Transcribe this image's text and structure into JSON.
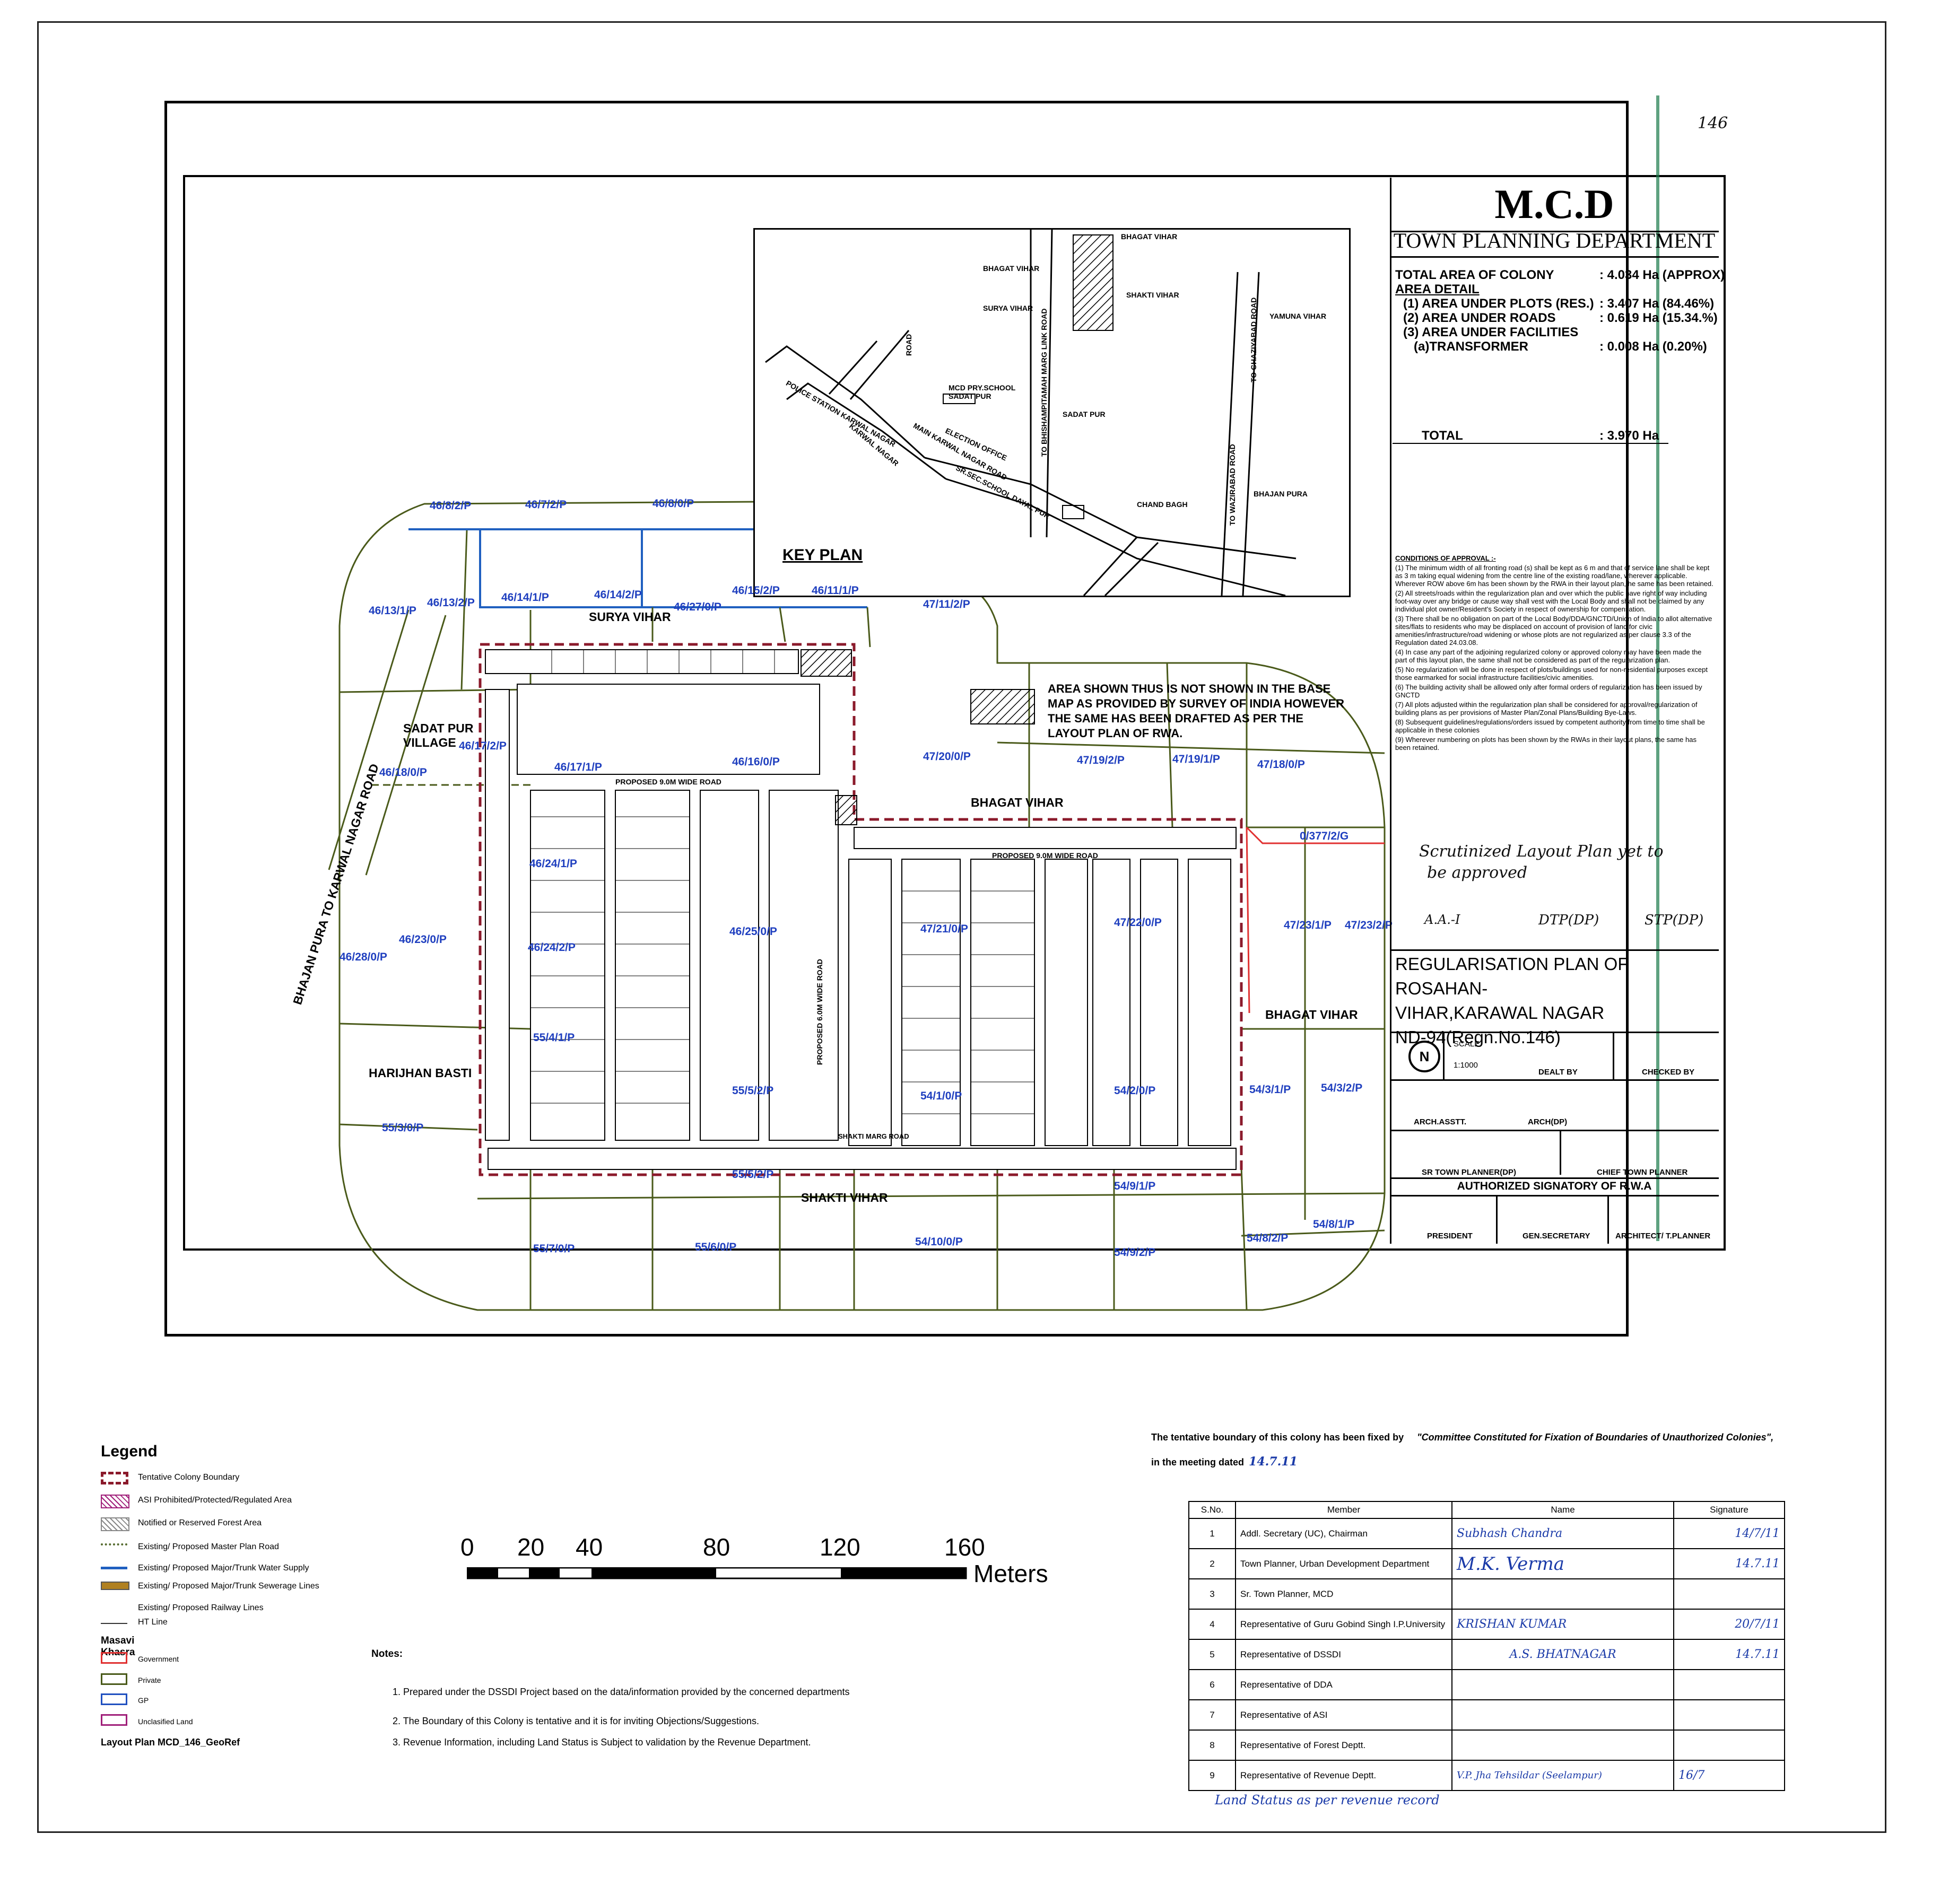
{
  "page_number": "146",
  "title_block": {
    "authority": "M.C.D",
    "department": "TOWN PLANNING DEPARTMENT",
    "area_rows": [
      {
        "label": "TOTAL AREA OF COLONY",
        "value": ": 4.034 Ha (APPROX)"
      },
      {
        "label": "AREA DETAIL",
        "value": ""
      },
      {
        "label": "(1) AREA UNDER PLOTS (RES.)",
        "value": ": 3.407 Ha (84.46%)"
      },
      {
        "label": "(2) AREA UNDER ROADS",
        "value": ": 0.619 Ha (15.34.%)"
      },
      {
        "label": "(3) AREA UNDER FACILITIES",
        "value": ""
      },
      {
        "label": "(a)TRANSFORMER",
        "value": ": 0.008 Ha (0.20%)"
      }
    ],
    "total_label": "TOTAL",
    "total_value": ": 3.970 Ha",
    "conditions_heading": "CONDITIONS OF APPROVAL :-",
    "conditions": [
      "(1) The minimum width of all fronting road (s) shall be kept as 6 m and that of service lane shall be kept as 3 m taking equal widening from the centre line of the existing road/lane, wherever applicable. Wherever ROW above 6m has been shown by the RWA in their layout plan,the same has been retained.",
      "(2) All streets/roads within the regularization plan and over which the public have right of way including foot-way over any bridge or cause way shall vest with the Local Body and shall not be claimed by any individual plot owner/Resident's Society in respect of ownership for compensation.",
      "(3) There shall be no obligation on part of the Local Body/DDA/GNCTD/Union of India to allot alternative sites/flats to residents who may be displaced on account of provision of land for civic amenities/infrastructure/road widening or whose plots are not regularized as per clause 3.3 of the Regulation dated 24.03.08.",
      "(4) In case any part of the adjoining regularized colony or approved colony may have been made the part of this layout plan, the same shall not be considered as part of the regularization plan.",
      "(5) No regularization will be done in respect of plots/buildings used for non-residential purposes except those earmarked for social infrastructure facilities/civic amenities.",
      "(6) The building activity shall be allowed only after formal orders of regularization has been issued by GNCTD",
      "(7) All plots adjusted within the regularization plan shall be considered for approval/regularization of building plans as per provisions of Master Plan/Zonal Plans/Building Bye-Laws.",
      "(8) Subsequent guidelines/regulations/orders issued by competent authority from time to time shall be applicable in these colonies",
      "(9) Wherever numbering on plots has been shown by the RWAs in their layout plans, the same has been retained."
    ],
    "handwritten_note_1": "Scrutinized Layout Plan yet to",
    "handwritten_note_2": "be approved",
    "signoffs": [
      "A.A.-I",
      "DTP(DP)",
      "STP(DP)"
    ],
    "plan_title_1": "REGULARISATION PLAN OF ROSAHAN-",
    "plan_title_2": "VIHAR,KARAWAL NAGAR",
    "plan_title_3": "ND-94(Regn.No.146)",
    "scale_label": "SCALE",
    "scale_value": "1:1000",
    "dealt_by": "DEALT BY",
    "checked_by": "CHECKED BY",
    "arch_asstt": "ARCH.ASSTT.",
    "arch_dp": "ARCH(DP)",
    "sr_town_planner": "SR TOWN PLANNER(DP)",
    "chief_town_planner": "CHIEF TOWN PLANNER",
    "authorized_signatory": "AUTHORIZED SIGNATORY OF R.W.A",
    "president": "PRESIDENT",
    "gen_secretary": "GEN.SECRETARY",
    "architect": "ARCHITECT/ T.PLANNER",
    "north_symbol": "N"
  },
  "key_plan": {
    "title": "KEY PLAN",
    "labels": [
      "BHAGAT VIHAR",
      "BHAGAT VIHAR",
      "SHAKTI VIHAR",
      "SURYA VIHAR",
      "YAMUNA VIHAR",
      "POLICE STATION KARWAL NAGAR",
      "MCD PRY.SCHOOL SADAT PUR",
      "SADAT PUR",
      "ELECTION OFFICE",
      "MAIN KARWAL NAGAR ROAD",
      "KARWAL NAGAR",
      "SR.SEC.SCHOOL DAYAL PUR",
      "CHAND BAGH",
      "BHAJAN PURA",
      "ROAD",
      "TO BHISHAMPITAMAH MARG LINK ROAD",
      "TO GHAZIYABAD ROAD",
      "TO WAZIRABAD ROAD"
    ]
  },
  "map": {
    "note_hatch": "AREA SHOWN THUS IS NOT SHOWN IN THE BASE MAP AS PROVIDED BY SURVEY OF INDIA HOWEVER THE SAME HAS BEEN DRAFTED AS PER THE LAYOUT PLAN OF RWA.",
    "places": [
      "SURYA VIHAR",
      "SADAT PUR VILLAGE",
      "BHAGAT VIHAR",
      "BHAGAT VIHAR",
      "HARIJHAN BASTI",
      "SHAKTI VIHAR",
      "BHAJAN PURA TO KARWAL NAGAR ROAD",
      "PROPOSED 9.0M WIDE ROAD",
      "PROPOSED 9.0M WIDE ROAD",
      "PROPOSED 6.0M WIDE ROAD",
      "SHAKTI MARG ROAD"
    ],
    "khasra": [
      "46/8/2/P",
      "46/7/2/P",
      "46/8/0/P",
      "46/13/1/P",
      "46/13/2/P",
      "46/14/1/P",
      "46/14/2/P",
      "46/27/0/P",
      "46/15/2/P",
      "46/11/1/P",
      "47/11/2/P",
      "46/17/2/P",
      "46/18/0/P",
      "46/17/1/P",
      "46/16/0/P",
      "47/20/0/P",
      "47/19/2/P",
      "47/19/1/P",
      "47/18/0/P",
      "0/377/2/G",
      "46/24/1/P",
      "46/23/0/P",
      "46/28/0/P",
      "46/24/2/P",
      "46/25/0/P",
      "47/21/0/P",
      "47/22/0/P",
      "47/23/1/P",
      "47/23/2/P",
      "55/4/1/P",
      "55/5/2/P",
      "54/1/0/P",
      "54/2/0/P",
      "54/3/1/P",
      "54/3/2/P",
      "55/3/0/P",
      "55/5/2/P",
      "54/9/1/P",
      "54/8/1/P",
      "55/7/0/P",
      "55/6/0/P",
      "54/10/0/P",
      "54/9/2/P",
      "54/8/2/P"
    ]
  },
  "legend": {
    "title": "Legend",
    "items": [
      {
        "label": "Tentative Colony Boundary",
        "color": "#8b1a2b"
      },
      {
        "label": "ASI Prohibited/Protected/Regulated Area",
        "color": "#a0207a"
      },
      {
        "label": "Notified or Reserved Forest Area",
        "color": "#888888"
      },
      {
        "label": "Existing/ Proposed Master Plan Road",
        "color": "#556b2f"
      },
      {
        "label": "Existing/ Proposed Major/Trunk Water Supply",
        "color": "#2060c0"
      },
      {
        "label": "Existing/ Proposed Major/Trunk Sewerage Lines",
        "color": "#b08020"
      },
      {
        "label": "Existing/ Proposed Railway Lines",
        "color": "#333333"
      },
      {
        "label": "HT Line",
        "color": "#333333"
      }
    ],
    "masavi_title": "Masavi Khasra",
    "masavi": [
      {
        "label": "Government",
        "color": "#e03030"
      },
      {
        "label": "Private",
        "color": "#4a5a1a"
      },
      {
        "label": "GP",
        "color": "#2050c0"
      },
      {
        "label": "Unclasified Land",
        "color": "#a0207a"
      }
    ],
    "footer": "Layout Plan MCD_146_GeoRef"
  },
  "scale_bar": {
    "ticks": [
      "0",
      "20",
      "40",
      "80",
      "120",
      "160"
    ],
    "unit": "Meters"
  },
  "notes": {
    "title": "Notes:",
    "items": [
      "1. Prepared under the DSSDI Project based on the data/information provided by the concerned departments",
      "2. The Boundary of this Colony is tentative and it is for inviting Objections/Suggestions.",
      "3. Revenue Information, including Land Status is Subject to validation by the Revenue Department."
    ]
  },
  "committee": {
    "statement": "The tentative boundary of this colony has been fixed by",
    "committee_name": "\"Committee Constituted for Fixation of Boundaries of Unauthorized Colonies\",",
    "meeting_line": "in the meeting dated",
    "meeting_date": "14.7.11",
    "headers": [
      "S.No.",
      "Member",
      "Name",
      "Signature"
    ],
    "rows": [
      {
        "sno": "1",
        "member": "Addl. Secretary (UC), Chairman",
        "name": "Subhash Chandra",
        "signature": "14/7/11"
      },
      {
        "sno": "2",
        "member": "Town Planner, Urban Development Department",
        "name": "M.K. Verma",
        "signature": "14.7.11"
      },
      {
        "sno": "3",
        "member": "Sr. Town Planner, MCD",
        "name": "",
        "signature": ""
      },
      {
        "sno": "4",
        "member": "Representative of Guru Gobind Singh I.P.University",
        "name": "KRISHAN KUMAR",
        "signature": "20/7/11"
      },
      {
        "sno": "5",
        "member": "Representative of DSSDI",
        "name": "A.S. BHATNAGAR",
        "signature": "14.7.11"
      },
      {
        "sno": "6",
        "member": "Representative of DDA",
        "name": "",
        "signature": ""
      },
      {
        "sno": "7",
        "member": "Representative of ASI",
        "name": "",
        "signature": ""
      },
      {
        "sno": "8",
        "member": "Representative of Forest Deptt.",
        "name": "",
        "signature": ""
      },
      {
        "sno": "9",
        "member": "Representative of Revenue Deptt.",
        "name": "V.P. Jha Tehsildar (Seelampur)",
        "signature": "16/7"
      }
    ],
    "handwritten_footer": "Land Status as per revenue record"
  }
}
